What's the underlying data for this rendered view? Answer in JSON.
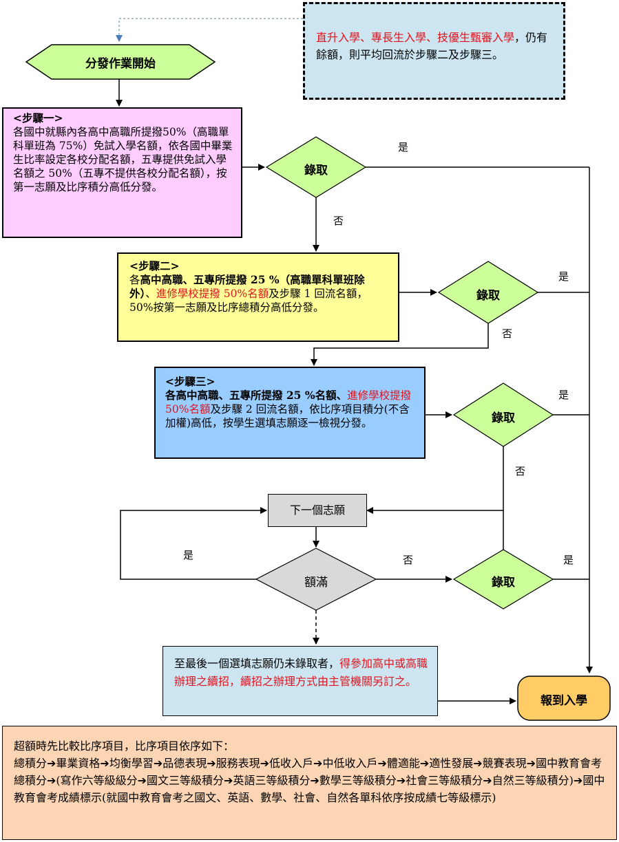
{
  "start": "分發作業開始",
  "note": {
    "red": "直升入學、專長生入學、技優生甄審入學",
    "black": "，仍有餘額，則平均回流於步驟二及步驟三。"
  },
  "step1": {
    "title": "<步驟一>",
    "body": "各國中就縣內各高中高職所提撥50%（高職單科單班為 75%）免試入學名額，依各國中畢業生比率設定各校分配名額，五專提供免試入學名額之 50%（五專不提供各校分配名額），按第一志願及比序積分高低分發。"
  },
  "step2": {
    "title": "<步驟二>",
    "p1": "各",
    "p2": "高中高職、五專所提撥 25 %（高職單科單班除外）",
    "p3": "、",
    "p4": "進修學校提撥 50%名額",
    "p5": "及步驟 1 回流名額，50%按第一志願及比序總積分高低分發。"
  },
  "step3": {
    "title": "<步驟三>",
    "p1": "各高中高職、五專所提撥 25 %名額、",
    "p2": "進修學校提撥 50%名額",
    "p3": "及步驟 2 回流名額，依比序項目積分(不含加權)高低，按學生選填志願逐一檢視分發。"
  },
  "admit_label": "錄取",
  "yes": "是",
  "no": "否",
  "next_choice": "下一個志願",
  "quota_full": "額滿",
  "final_note": {
    "black": "至最後一個選填志願仍未錄取者，",
    "red": "得參加高中或高職辦理之續招，續招之辦理方式由主管機關另訂之。"
  },
  "report": "報到入學",
  "bottom": {
    "intro": "超額時先比較比序項目，比序項目依序如下：",
    "seq": "總積分➔畢業資格➔均衡學習➔品德表現➔服務表現➔低收入戶➔中低收入戶➔體適能➔適性發展➔競賽表現➔國中教育會考總積分➔(寫作六等級級分➔國文三等級積分➔英語三等級積分➔數學三等級積分➔社會三等級積分➔自然三等級積分)➔國中教育會考成績標示(就國中教育會考之國文、英語、數學、社會、自然各單科依序按成績七等級標示)"
  },
  "colors": {
    "green": "#ccff99",
    "pink": "#ffccff",
    "yellow": "#ffff99",
    "blue": "#99ccff",
    "lightblue": "#cce5f0",
    "gray": "#d9d9d9",
    "orange": "#ffcc66",
    "peach": "#fcd5b4"
  }
}
